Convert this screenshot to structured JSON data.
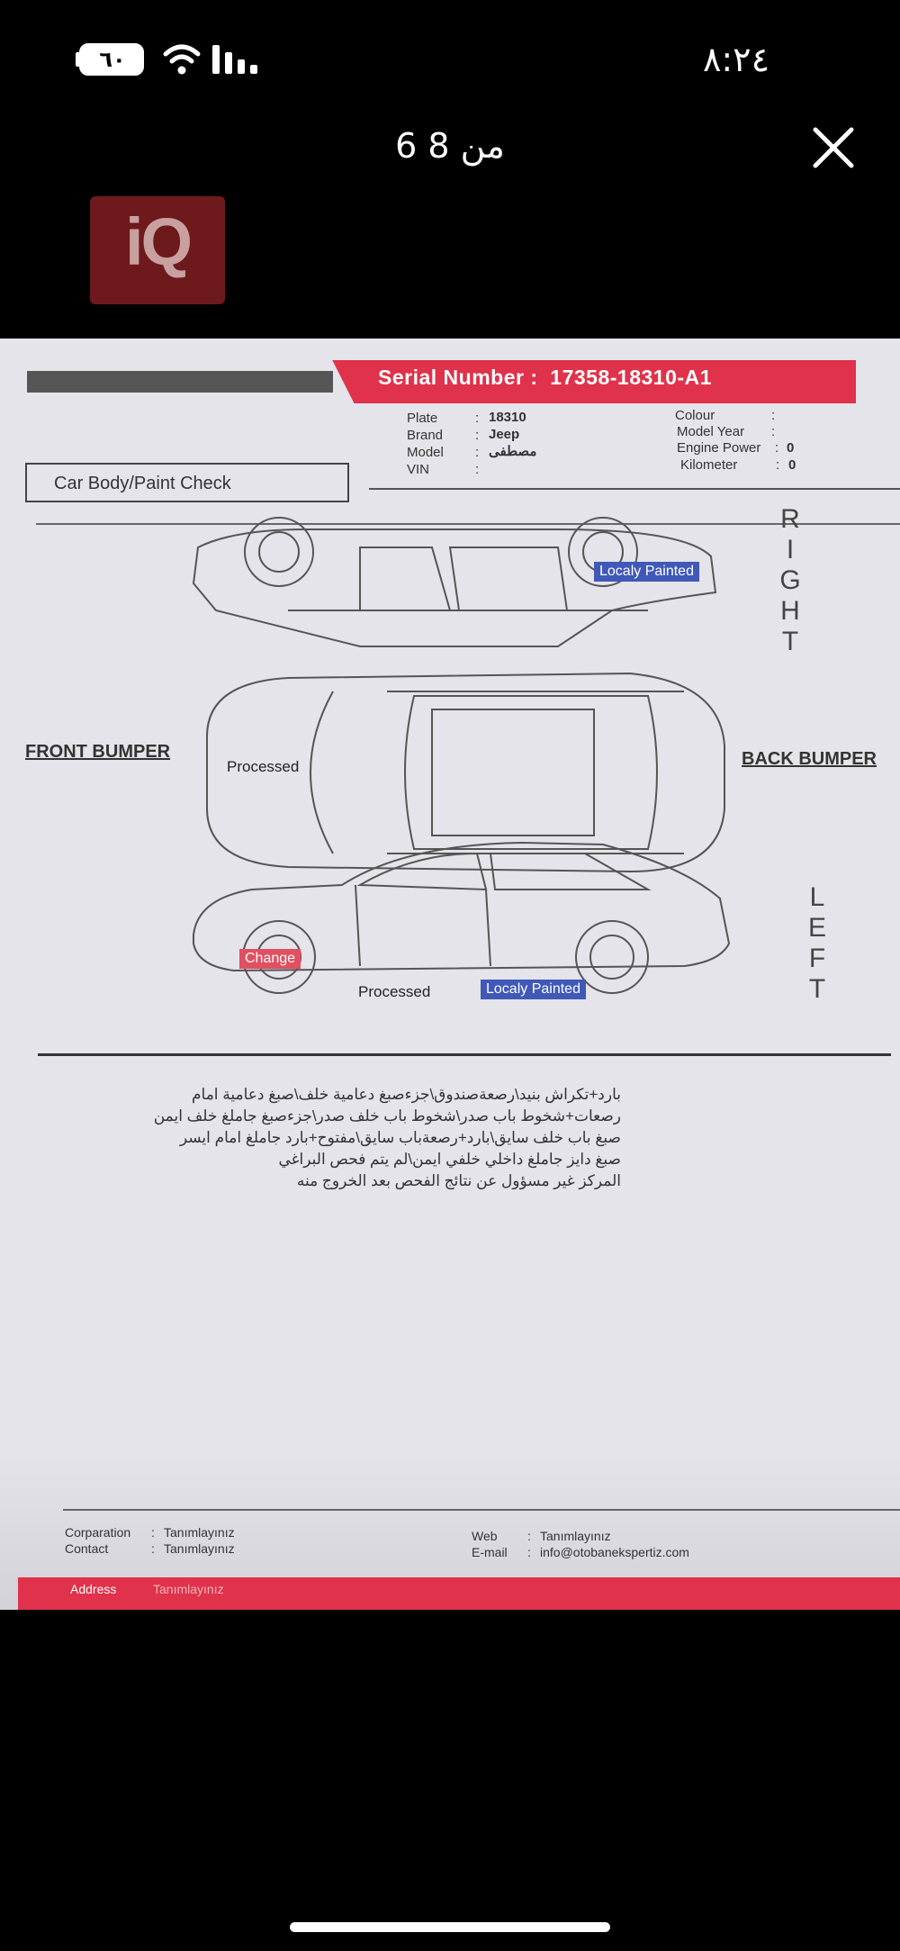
{
  "status_bar": {
    "time": "٨:٢٤",
    "battery_level": "٦٠"
  },
  "viewer": {
    "page_counter": "6 من 8",
    "close_icon": "close-icon",
    "watermark": "iQ"
  },
  "document": {
    "serial_label": "Serial Number :",
    "serial_number": "17358-18310-A1",
    "vehicle": {
      "plate_label": "Plate",
      "plate_value": "18310",
      "brand_label": "Brand",
      "brand_value": "Jeep",
      "model_label": "Model",
      "model_value": "مصطفى",
      "vin_label": "VIN",
      "vin_value": "",
      "colour_label": "Colour",
      "colour_value": "",
      "model_year_label": "Model Year",
      "model_year_value": "",
      "engine_power_label": "Engine Power",
      "engine_power_value": "0",
      "kilometer_label": "Kilometer",
      "kilometer_value": "0"
    },
    "section_title": "Car Body/Paint Check",
    "right_letters": [
      "R",
      "I",
      "G",
      "H",
      "T"
    ],
    "left_letters": [
      "L",
      "E",
      "F",
      "T"
    ],
    "front_bumper": "FRONT BUMPER",
    "back_bumper": "BACK BUMPER",
    "right_side": {
      "tag": "Localy Painted"
    },
    "top_view": {
      "hood": "Processed"
    },
    "left_side": {
      "change_tag": "Change",
      "processed": "Processed",
      "painted_tag": "Localy Painted"
    },
    "notes": [
      "بارد+تكراش بنيد\\رصعةصندوق\\جزءصبغ دعامية خلف\\صبغ دعامية امام",
      "رصعات+شخوط باب صدر\\شخوط باب خلف صدر\\جزءصبغ جاملغ خلف ايمن",
      "صبغ باب خلف سايق\\بارد+رصعةباب سايق\\مفتوح+بارد جاملغ امام ايسر",
      "صبغ دايز جاملغ داخلي خلفي ايمن\\لم يتم فحص البراغي",
      "المركز غير مسؤول عن نتائج الفحص بعد الخروج منه"
    ],
    "footer": {
      "corporation_label": "Corparation",
      "corporation_value": "Tanımlayınız",
      "contact_label": "Contact",
      "contact_value": "Tanımlayınız",
      "web_label": "Web",
      "web_value": "Tanımlayınız",
      "email_label": "E-mail",
      "email_value": "info@otobanekspertiz.com",
      "address_label": "Address",
      "address_value": "Tanımlayınız"
    }
  },
  "colors": {
    "accent_red": "#e0324a",
    "tag_blue": "#4059b8",
    "tag_red": "#e05060"
  }
}
